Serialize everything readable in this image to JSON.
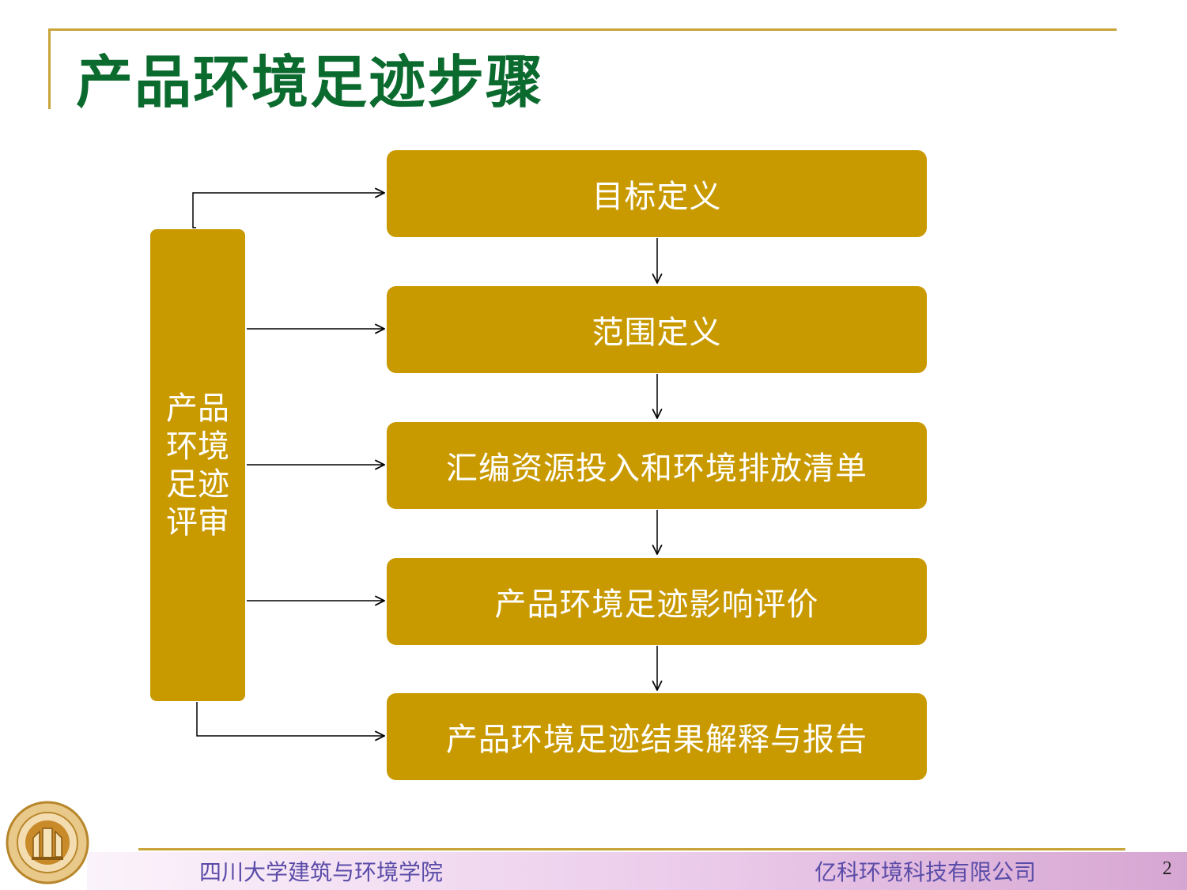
{
  "slide": {
    "title": "产品环境足迹步骤",
    "page_number": "2"
  },
  "flow": {
    "steps": [
      "目标定义",
      "范围定义",
      "汇编资源投入和环境排放清单",
      "产品环境足迹影响评价",
      "产品环境足迹结果解释与报告"
    ],
    "review_label": "产品环境足迹评审"
  },
  "footer": {
    "left": "四川大学建筑与环境学院",
    "right": "亿科环境科技有限公司"
  },
  "colors": {
    "title": "#0B6A2E",
    "box": "#C99A00",
    "rule": "#C9A43A",
    "footer_text": "#5A4CA8"
  },
  "icons": {
    "logo": "university-seal-icon"
  }
}
